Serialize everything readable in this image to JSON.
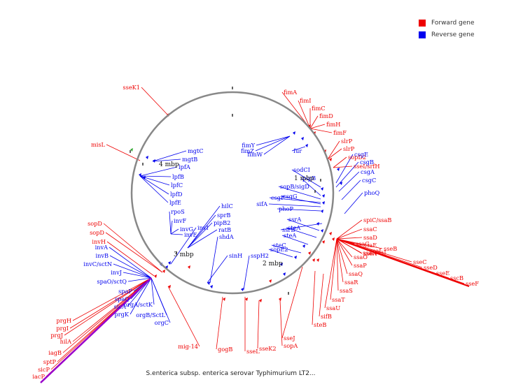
{
  "caption": "S.enterica subsp. enterica serovar Typhimurium LT2...",
  "legend": [
    {
      "label": "Forward gene",
      "color": "#ee0000"
    },
    {
      "label": "Reverse gene",
      "color": "#0000ee"
    }
  ],
  "colors": {
    "forward": "#ee0000",
    "reverse": "#0000ee",
    "circle": "#888888",
    "purple": "#9900cc"
  },
  "scale_marks": [
    {
      "label": "1 mbp"
    },
    {
      "label": "2 mbp"
    },
    {
      "label": "3 mbp"
    },
    {
      "label": "4 mbp"
    }
  ],
  "forward_genes": [
    "fimA",
    "fimI",
    "fimC",
    "fimD",
    "fimH",
    "fimF",
    "slrP",
    "slrP",
    "sopD2",
    "sseI/srfH",
    "spiC/ssaB",
    "ssaC",
    "ssaD",
    "ssaE",
    "sseA",
    "ssaG",
    "sseB",
    "sseC",
    "sseD",
    "sseE",
    "sscB",
    "sseF",
    "ssaJ",
    "ssaI",
    "ssaH",
    "ssaO",
    "ssaP",
    "ssaQ",
    "ssaR",
    "ssaS",
    "ssaT",
    "ssaU",
    "sifB",
    "steB",
    "sseJ",
    "sopA",
    "sseK2",
    "sseL",
    "gogB",
    "mig-14",
    "sopD",
    "sopD",
    "invH",
    "sseK1",
    "misL",
    "hilA",
    "iagB",
    "sptP",
    "sicP",
    "iacP",
    "prgH",
    "prgI",
    "prgJ"
  ],
  "reverse_genes": [
    "mgtC",
    "mgtB",
    "lpfA",
    "lpfB",
    "lpfC",
    "lpfD",
    "lpfE",
    "rpoS",
    "invF",
    "invG",
    "invE",
    "invA",
    "invB",
    "invC/sctN",
    "invI",
    "invJ",
    "spaO/sctQ",
    "spaP",
    "spaQ",
    "orgA/sctK",
    "sicA",
    "prgK",
    "orgB/SctL",
    "orgC",
    "hilC",
    "sprB",
    "pipB2",
    "ratB",
    "shdA",
    "sinH",
    "sspH2",
    "fimZ",
    "fimW",
    "fimY",
    "fur",
    "sodCI",
    "pipB",
    "sopB/sigD",
    "sifA",
    "csgF",
    "csgG",
    "phoP",
    "ssrB",
    "ssrA",
    "steA",
    "steA",
    "steC",
    "sopE2",
    "csgE",
    "csgB",
    "csgA",
    "csgC",
    "phoQ"
  ]
}
